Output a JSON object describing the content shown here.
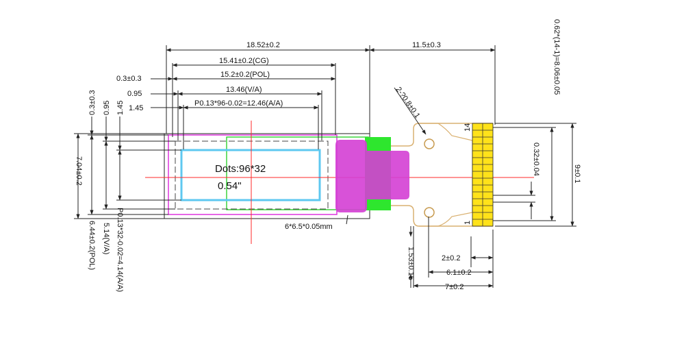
{
  "display": {
    "dots": "Dots:96*32",
    "size": "0.54\""
  },
  "dims_top": {
    "overall": "18.52±0.2",
    "cg": "15.41±0.2(CG)",
    "pol": "15.2±0.2(POL)",
    "va": "13.46(V/A)",
    "aa": "P0.13*96-0.02=12.46(A/A)",
    "fpc": "11.5±0.3",
    "left_03": "0.3±0.3",
    "left_095": "0.95",
    "left_145": "1.45"
  },
  "dims_left": {
    "v_03": "0.3±0.3",
    "v_095": "0.95",
    "v_145": "1.45",
    "overall": "7.04±0.2",
    "va": "5.14(V/A)",
    "pol": "6.44±0.2(POL)",
    "aa": "P0.13*32-0.02=4.14(A/A)"
  },
  "dims_fpc": {
    "diag": "2-?0.8±0.1",
    "pitch": "0.62*(14-1)=8.06±0.05",
    "pad": "0.32±0.04",
    "width": "9±0.1",
    "pin_top": "14",
    "pin_bottom": "1",
    "stiff": "1.53±0.15",
    "d2": "2±0.2",
    "d61": "6.1±0.2",
    "d7": "7±0.2"
  },
  "ic_note": "6*6.5*0.05mm",
  "colors": {
    "outline": "#222222",
    "pol": "#e040e0",
    "cg": "#2fd12f",
    "aa": "#5ec8f0",
    "center": "#ff2a2a",
    "ic": "#d43fd4",
    "ic_panel": "#2ee62e",
    "fpc": "#d9b070",
    "gold": "#ffe21a"
  }
}
